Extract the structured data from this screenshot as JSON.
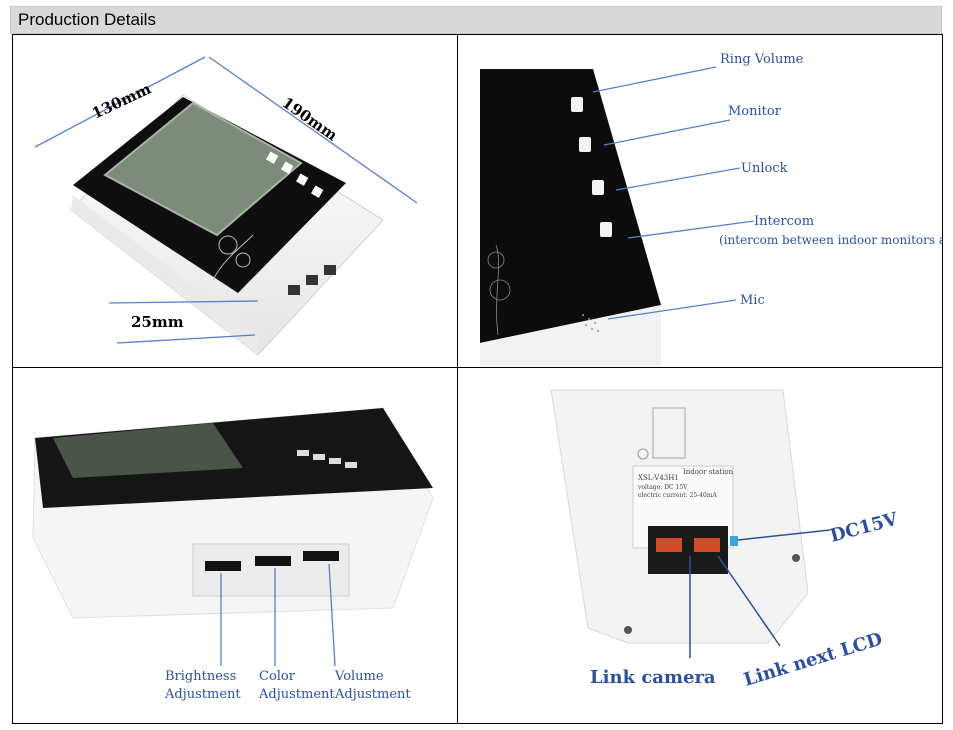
{
  "header": {
    "title": "Production Details"
  },
  "panel1": {
    "dim_width": "130mm",
    "dim_height": "190mm",
    "dim_depth": "25mm"
  },
  "panel2": {
    "labels": [
      "Ring Volume",
      "Monitor",
      "Unlock",
      "Intercom",
      "(intercom between indoor monitors as well!)",
      "Mic"
    ]
  },
  "panel3": {
    "labels": [
      "Brightness",
      "Adjustment",
      "Color",
      "Adjustment",
      "Volume",
      "Adjustment"
    ]
  },
  "panel4": {
    "labels": [
      "DC15V",
      "Link camera",
      "Link next LCD"
    ],
    "sticker": [
      "XSL-V43H1",
      "Indoor station",
      "voltage: DC 15V",
      "electric current: 25-40mA"
    ]
  }
}
